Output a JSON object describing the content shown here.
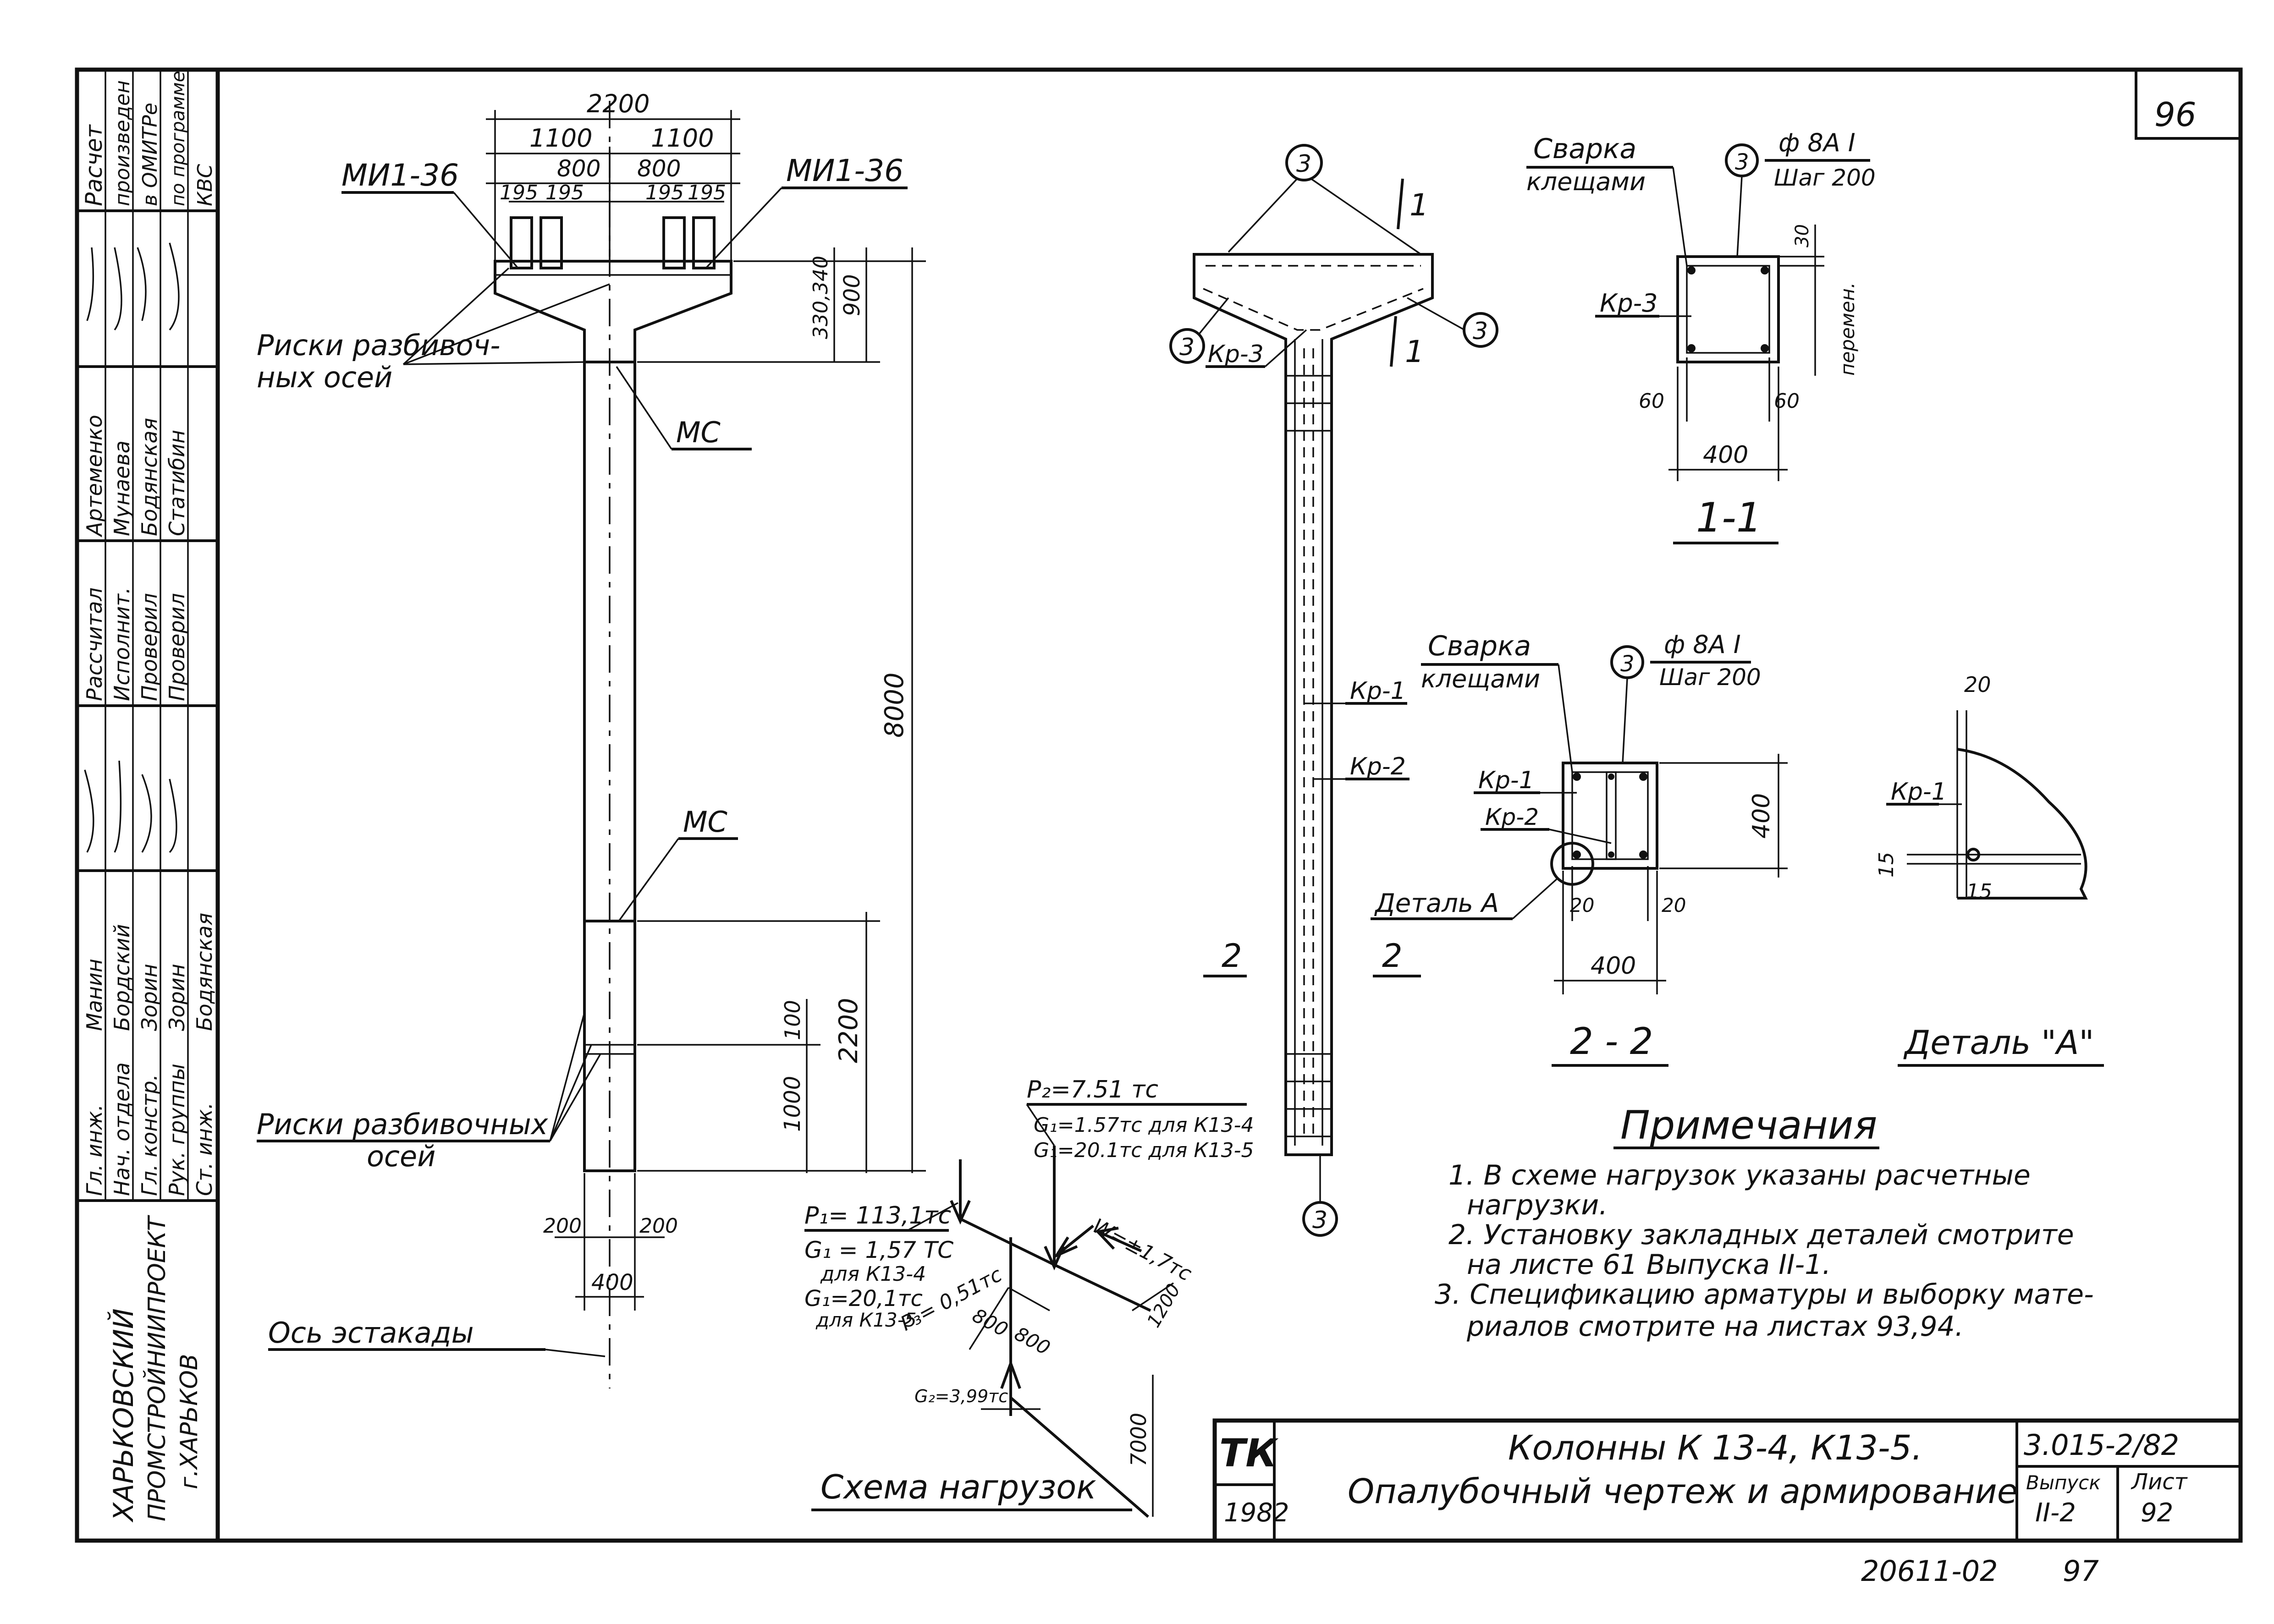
{
  "sheet_number": "96",
  "bottom_code": "20611-02",
  "bottom_page": "97",
  "left_strip": {
    "note": [
      "Расчет",
      "произведен",
      "в ОМИТРе",
      "по программе",
      "КВС"
    ],
    "roles": [
      "Гл. инж.",
      "Нач. отдела",
      "Гл. констр.",
      "Рук. группы",
      "Ст. инж."
    ],
    "names_a": [
      "Манин",
      "Бордский",
      "Зорин",
      "Зорин",
      "Бодянская"
    ],
    "roles_b": [
      "Рассчитал",
      "Исполнит.",
      "Проверил",
      "Проверил"
    ],
    "names_b": [
      "Артеменко",
      "Мунаева",
      "Бодянская",
      "Статибин"
    ],
    "org": [
      "ХАРЬКОВСКИЙ",
      "ПРОМСТРОЙНИИПРОЕКТ",
      "г.ХАРЬКОВ"
    ]
  },
  "elevation": {
    "dims": {
      "d2200": "2200",
      "d1100a": "1100",
      "d1100b": "1100",
      "d800a": "800",
      "d800b": "800",
      "d195a": "195",
      "d195b": "195",
      "d195c": "195",
      "d195d": "195",
      "d330": "330,340",
      "d900": "900",
      "d8000": "8000",
      "d2200v": "2200",
      "d100": "100",
      "d1000": "1000",
      "d200a": "200",
      "d200b": "200",
      "d400": "400"
    },
    "mi_left": "МИ1-36",
    "mi_right": "МИ1-36",
    "risks_top_1": "Риски разбивоч-",
    "risks_top_2": "ных осей",
    "me_top": "МС",
    "me_mid": "МС",
    "risks_bot_1": "Риски разбивочных",
    "risks_bot_2": "осей",
    "axis_label": "Ось эстакады"
  },
  "loads": {
    "p1": "P₁= 113,1тс",
    "g1a": "G₁ = 1,57 ТС",
    "g1a_for": "для К13-4",
    "g1b": "G₁=20,1тс",
    "g1b_for": "для К13-5",
    "p3": "P₃= 0,51тс",
    "p2": "P₂=7.51 тс",
    "g1_k134": "G₁=1.57тс для К13-4",
    "g1_k135": "G₁=20.1тс для К13-5",
    "w": "W=±1,7тс",
    "g2": "G₂=3,99тс",
    "d800a": "800",
    "d800b": "800",
    "d1200": "1200",
    "d7000": "7000",
    "title": "Схема нагрузок"
  },
  "rebar_elev": {
    "circle": "3",
    "kp1": "Кр-1",
    "kp2": "Кр-2",
    "kp3": "Кр-3",
    "sec1": "1",
    "sec2": "2"
  },
  "section_1_1": {
    "weld_1": "Сварка",
    "weld_2": "клещами",
    "bar": "ф 8А I",
    "step": "Шаг 200",
    "kp3": "Кр-3",
    "d30": "30",
    "variable": "перемен.",
    "d60a": "60",
    "d60b": "60",
    "d400": "400",
    "title": "1-1"
  },
  "section_2_2": {
    "weld_1": "Сварка",
    "weld_2": "клещами",
    "bar": "ф 8А I",
    "step": "Шаг 200",
    "kp1": "Кр-1",
    "kp2": "Кр-2",
    "detail": "Деталь А",
    "d20a": "20",
    "d20b": "20",
    "d400h": "400",
    "d400v": "400",
    "title": "2 - 2"
  },
  "detail_a": {
    "d20": "20",
    "kp1": "Кр-1",
    "d15a": "15",
    "d15b": "15",
    "title": "Деталь \"А\""
  },
  "notes": {
    "heading": "Примечания",
    "lines": [
      "1. В схеме нагрузок указаны расчетные",
      "нагрузки.",
      "2. Установку закладных деталей смотрите",
      "на листе 61 Выпуска II-1.",
      "3. Спецификацию арматуры и выборку мате-",
      "риалов смотрите на листах 93,94."
    ]
  },
  "title_block": {
    "tk": "ТК",
    "year": "1982",
    "title_1": "Колонны К 13-4, К13-5.",
    "title_2": "Опалубочный чертеж и армирование",
    "code": "3.015-2/82",
    "issue_label": "Выпуск",
    "issue": "II-2",
    "sheet_label": "Лист",
    "sheet": "92"
  }
}
